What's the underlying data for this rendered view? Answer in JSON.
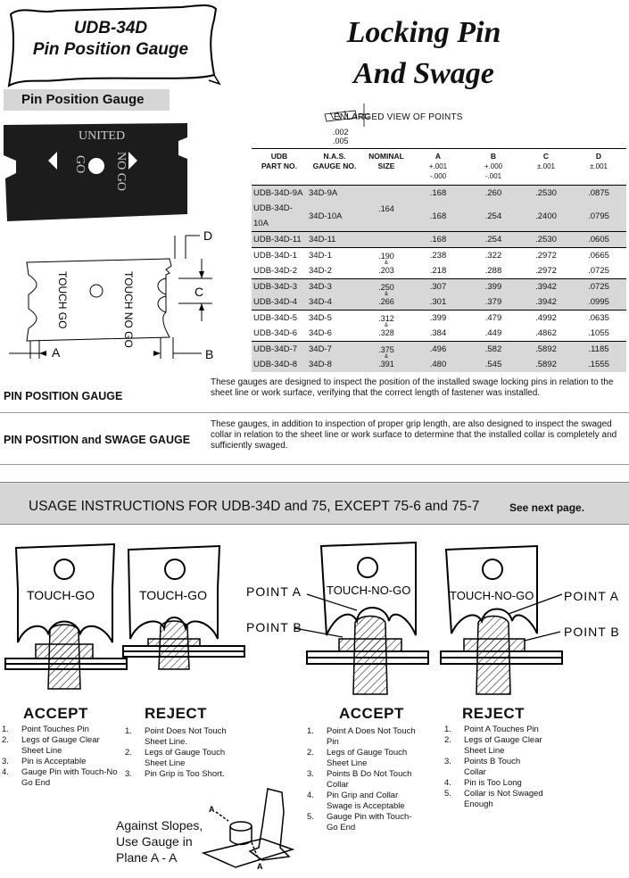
{
  "header": {
    "banner_line1": "UDB-34D",
    "banner_line2": "Pin Position Gauge",
    "title_line1": "Locking Pin",
    "title_line2": "And Swage"
  },
  "section_label": "Pin Position Gauge",
  "gauge_photo": {
    "text_top": "UNITED",
    "text_left": "GO",
    "text_right": "NO GO"
  },
  "diagram": {
    "label_touch_go": "TOUCH GO",
    "label_touch_no_go": "TOUCH NO GO",
    "dim_a": "A",
    "dim_b": "B",
    "dim_c": "C",
    "dim_d": "D"
  },
  "enlarged_view": {
    "label": "ENLARGED VIEW OF POINTS",
    "dim1": ".002",
    "dim2": ".005"
  },
  "table": {
    "headers": [
      {
        "line1": "UDB",
        "line2": "PART NO.",
        "sub": ""
      },
      {
        "line1": "N.A.S.",
        "line2": "GAUGE NO.",
        "sub": ""
      },
      {
        "line1": "NOMINAL",
        "line2": "SIZE",
        "sub": ""
      },
      {
        "line1": "A",
        "line2": "+.001",
        "sub": "-.000"
      },
      {
        "line1": "B",
        "line2": "+.000",
        "sub": "-.001"
      },
      {
        "line1": "C",
        "line2": "±.001",
        "sub": ""
      },
      {
        "line1": "D",
        "line2": "±.001",
        "sub": ""
      }
    ],
    "rows": [
      [
        "UDB-34D-9A",
        "34D-9A",
        "",
        ".168",
        ".260",
        ".2530",
        ".0875"
      ],
      [
        "UDB-34D-10A",
        "34D-10A",
        "",
        ".168",
        ".254",
        ".2400",
        ".0795"
      ],
      [
        "UDB-34D-11",
        "34D-11",
        "",
        ".168",
        ".254",
        ".2530",
        ".0605"
      ],
      [
        "UDB-34D-1",
        "34D-1",
        "",
        ".238",
        ".322",
        ".2972",
        ".0665"
      ],
      [
        "UDB-34D-2",
        "34D-2",
        "",
        ".218",
        ".288",
        ".2972",
        ".0725"
      ],
      [
        "UDB-34D-3",
        "34D-3",
        "",
        ".307",
        ".399",
        ".3942",
        ".0725"
      ],
      [
        "UDB-34D-4",
        "34D-4",
        "",
        ".301",
        ".379",
        ".3942",
        ".0995"
      ],
      [
        "UDB-34D-5",
        "34D-5",
        "",
        ".399",
        ".479",
        ".4992",
        ".0635"
      ],
      [
        "UDB-34D-6",
        "34D-6",
        "",
        ".384",
        ".449",
        ".4862",
        ".1055"
      ],
      [
        "UDB-34D-7",
        "34D-7",
        "",
        ".496",
        ".582",
        ".5892",
        ".1185"
      ],
      [
        "UDB-34D-8",
        "34D-8",
        "",
        ".480",
        ".545",
        ".5892",
        ".1555"
      ]
    ],
    "nominal": {
      "g1": ".164",
      "g2a": ".190",
      "g2b": "&",
      "g2c": ".203",
      "g3a": ".250",
      "g3b": "&",
      "g3c": ".266",
      "g4a": ".312",
      "g4b": "&",
      "g4c": ".328",
      "g5a": ".375",
      "g5b": "&",
      "g5c": ".391"
    }
  },
  "descriptions": {
    "ppg_title": "PIN POSITION GAUGE",
    "ppg_text": "These gauges are designed to inspect the position of the installed swage locking pins in relation to the sheet line or work surface, verifying that the correct length of fastener was installed.",
    "pps_title": "PIN POSITION and SWAGE GAUGE",
    "pps_text": "These gauges, in addition to inspection of proper grip length, are also designed to inspect the swaged collar in relation to the sheet line or work surface to determine that the installed collar is completely and sufficiently swaged."
  },
  "usage": {
    "title": "USAGE INSTRUCTIONS FOR UDB-34D and 75, EXCEPT 75-6 and 75-7",
    "see_next": "See next page."
  },
  "panels": [
    {
      "gauge_label": "TOUCH-GO",
      "verdict": "ACCEPT",
      "steps": [
        "Point Touches Pin",
        "Legs of Gauge Clear Sheet Line",
        "Pin is Acceptable",
        "Gauge Pin with Touch-No Go End"
      ]
    },
    {
      "gauge_label": "TOUCH-GO",
      "verdict": "REJECT",
      "steps": [
        "Point Does Not Touch Sheet Line.",
        "Legs of Gauge Touch Sheet Line",
        "Pin Grip is Too Short."
      ]
    },
    {
      "gauge_label": "TOUCH-NO-GO",
      "verdict": "ACCEPT",
      "point_a": "POINT A",
      "point_b": "POINT B",
      "steps": [
        "Point A Does Not Touch Pin",
        "Legs of Gauge Touch Sheet Line",
        "Points B Do Not Touch Collar",
        "Pin Grip and Collar Swage is Acceptable",
        "Gauge Pin with Touch-Go End"
      ]
    },
    {
      "gauge_label": "TOUCH-NO-GO",
      "verdict": "REJECT",
      "point_a": "POINT A",
      "point_b": "POINT B",
      "steps": [
        "Point A Touches Pin",
        "Legs of Gauge Clear Sheet Line",
        "Points B Touch Collar",
        "Pin is Too Long",
        "Collar is Not Swaged Enough"
      ]
    }
  ],
  "slope_note": {
    "line1": "Against Slopes,",
    "line2": "Use Gauge in",
    "line3": "Plane A - A",
    "mark": "A"
  }
}
